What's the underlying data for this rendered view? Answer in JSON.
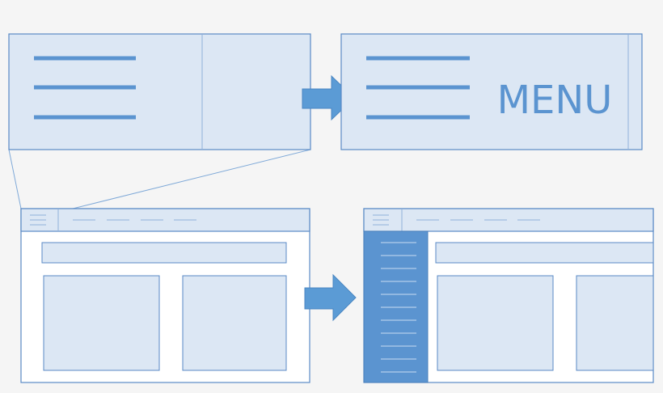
{
  "menu_label": "MENU",
  "colors": {
    "background": "#f5f5f5",
    "panel_fill": "#dce7f4",
    "outline": "#5a8ac6",
    "accent": "#5b9bd5",
    "sidebar_fill": "#5b94d0",
    "sidebar_lines": "#c9ddf2",
    "white": "#ffffff"
  },
  "icons": {
    "hamburger": "hamburger-icon",
    "arrow": "arrow-right-icon"
  },
  "panels": {
    "before_menu": "hamburger-closed-state",
    "after_menu": "hamburger-with-label-state",
    "before_page": "page-layout-collapsed",
    "after_page": "page-layout-sidebar-open"
  }
}
